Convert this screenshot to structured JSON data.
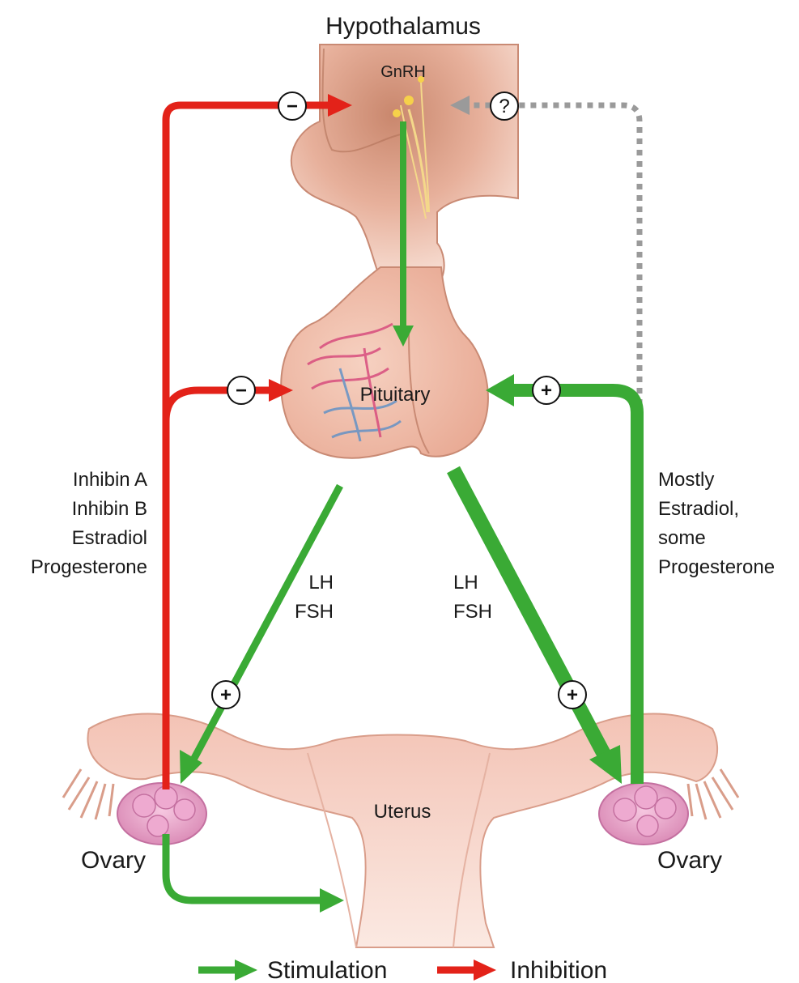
{
  "labels": {
    "hypothalamus": "Hypothalamus",
    "gnrh": "GnRH",
    "pituitary": "Pituitary",
    "uterus": "Uterus",
    "ovary_left": "Ovary",
    "ovary_right": "Ovary",
    "lh_left": "LH",
    "fsh_left": "FSH",
    "lh_right": "LH",
    "fsh_right": "FSH",
    "inhibitors": [
      "Inhibin A",
      "Inhibin B",
      "Estradiol",
      "Progesterone"
    ],
    "stimulators": [
      "Mostly",
      "Estradiol,",
      "some",
      "Progesterone"
    ]
  },
  "signs": {
    "minus": "−",
    "plus": "+",
    "question": "?"
  },
  "legend": {
    "stimulation": "Stimulation",
    "inhibition": "Inhibition"
  },
  "colors": {
    "stimulation": "#3aaa35",
    "inhibition": "#e32219",
    "unknown": "#9a9a9a",
    "tissue": "#f2c5b4",
    "tissue_dark": "#c98a74",
    "ovary": "#e8a6c9"
  }
}
